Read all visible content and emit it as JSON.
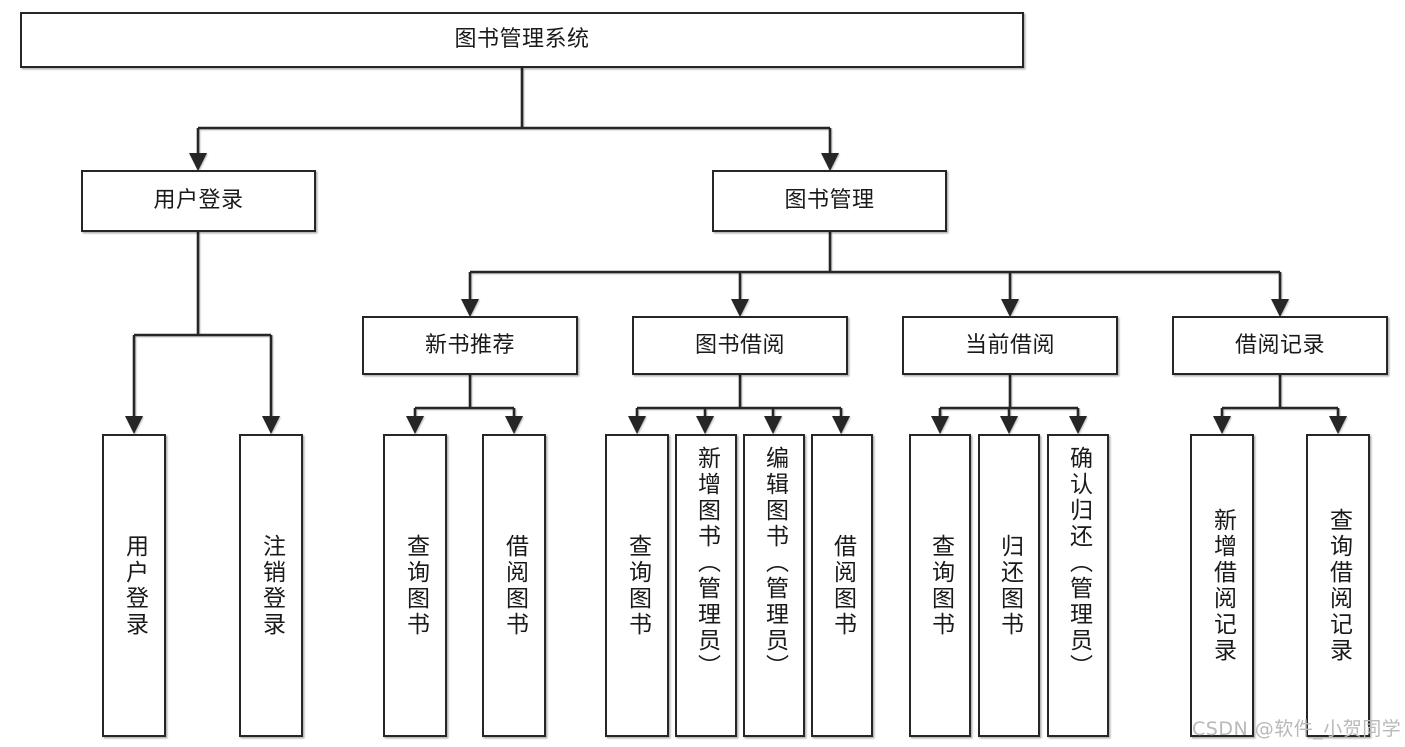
{
  "diagram": {
    "title": "图书管理系统",
    "watermark": "CSDN @软件_小贺同学",
    "colors": {
      "stroke": "#262626",
      "text": "#1a1a1a",
      "background": "#ffffff",
      "watermark": "#b9b9b9"
    },
    "nodes": {
      "root": {
        "label": "图书管理系统"
      },
      "level1": [
        {
          "id": "user-login",
          "label": "用户登录"
        },
        {
          "id": "book-management",
          "label": "图书管理"
        }
      ],
      "level2": [
        {
          "id": "new-book-recommend",
          "label": "新书推荐"
        },
        {
          "id": "book-borrow",
          "label": "图书借阅"
        },
        {
          "id": "current-borrow",
          "label": "当前借阅"
        },
        {
          "id": "borrow-record",
          "label": "借阅记录"
        }
      ],
      "leaves": [
        {
          "id": "leaf-user-login",
          "label": "用户登录",
          "parent": "user-login"
        },
        {
          "id": "leaf-logout",
          "label": "注销登录",
          "parent": "user-login"
        },
        {
          "id": "leaf-query-book-1",
          "label": "查询图书",
          "parent": "new-book-recommend"
        },
        {
          "id": "leaf-borrow-book-1",
          "label": "借阅图书",
          "parent": "new-book-recommend"
        },
        {
          "id": "leaf-query-book-2",
          "label": "查询图书",
          "parent": "book-borrow"
        },
        {
          "id": "leaf-add-book",
          "label": "新增图书（管理员）",
          "parent": "book-borrow"
        },
        {
          "id": "leaf-edit-book",
          "label": "编辑图书（管理员）",
          "parent": "book-borrow"
        },
        {
          "id": "leaf-borrow-book-2",
          "label": "借阅图书",
          "parent": "book-borrow"
        },
        {
          "id": "leaf-query-book-3",
          "label": "查询图书",
          "parent": "current-borrow"
        },
        {
          "id": "leaf-return-book",
          "label": "归还图书",
          "parent": "current-borrow"
        },
        {
          "id": "leaf-confirm-return",
          "label": "确认归还（管理员）",
          "parent": "current-borrow"
        },
        {
          "id": "leaf-add-record",
          "label": "新增借阅记录",
          "parent": "borrow-record"
        },
        {
          "id": "leaf-query-record",
          "label": "查询借阅记录",
          "parent": "borrow-record"
        }
      ]
    }
  }
}
